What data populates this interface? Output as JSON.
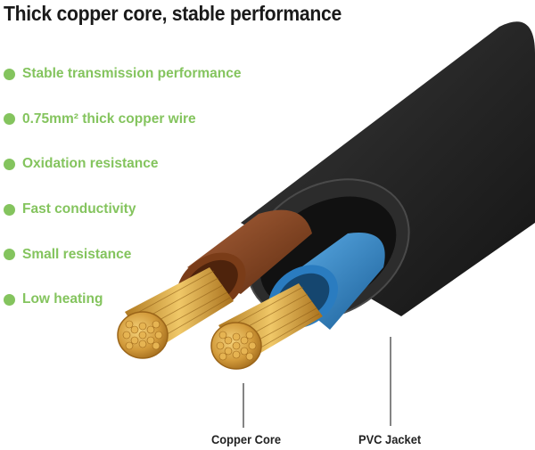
{
  "title": "Thick copper core, stable performance",
  "features": [
    {
      "text": "Stable transmission performance"
    },
    {
      "text": "0.75mm² thick copper wire"
    },
    {
      "text": "Oxidation resistance"
    },
    {
      "text": "Fast conductivity"
    },
    {
      "text": "Small resistance"
    },
    {
      "text": "Low heating"
    }
  ],
  "callouts": {
    "copper_core": "Copper Core",
    "pvc_jacket": "PVC Jacket"
  },
  "colors": {
    "accent_green": "#84c45e",
    "jacket": "#2a2a2a",
    "brown_insulation": "#8a4a22",
    "blue_insulation": "#2f86c8",
    "copper": "#d9a440"
  }
}
